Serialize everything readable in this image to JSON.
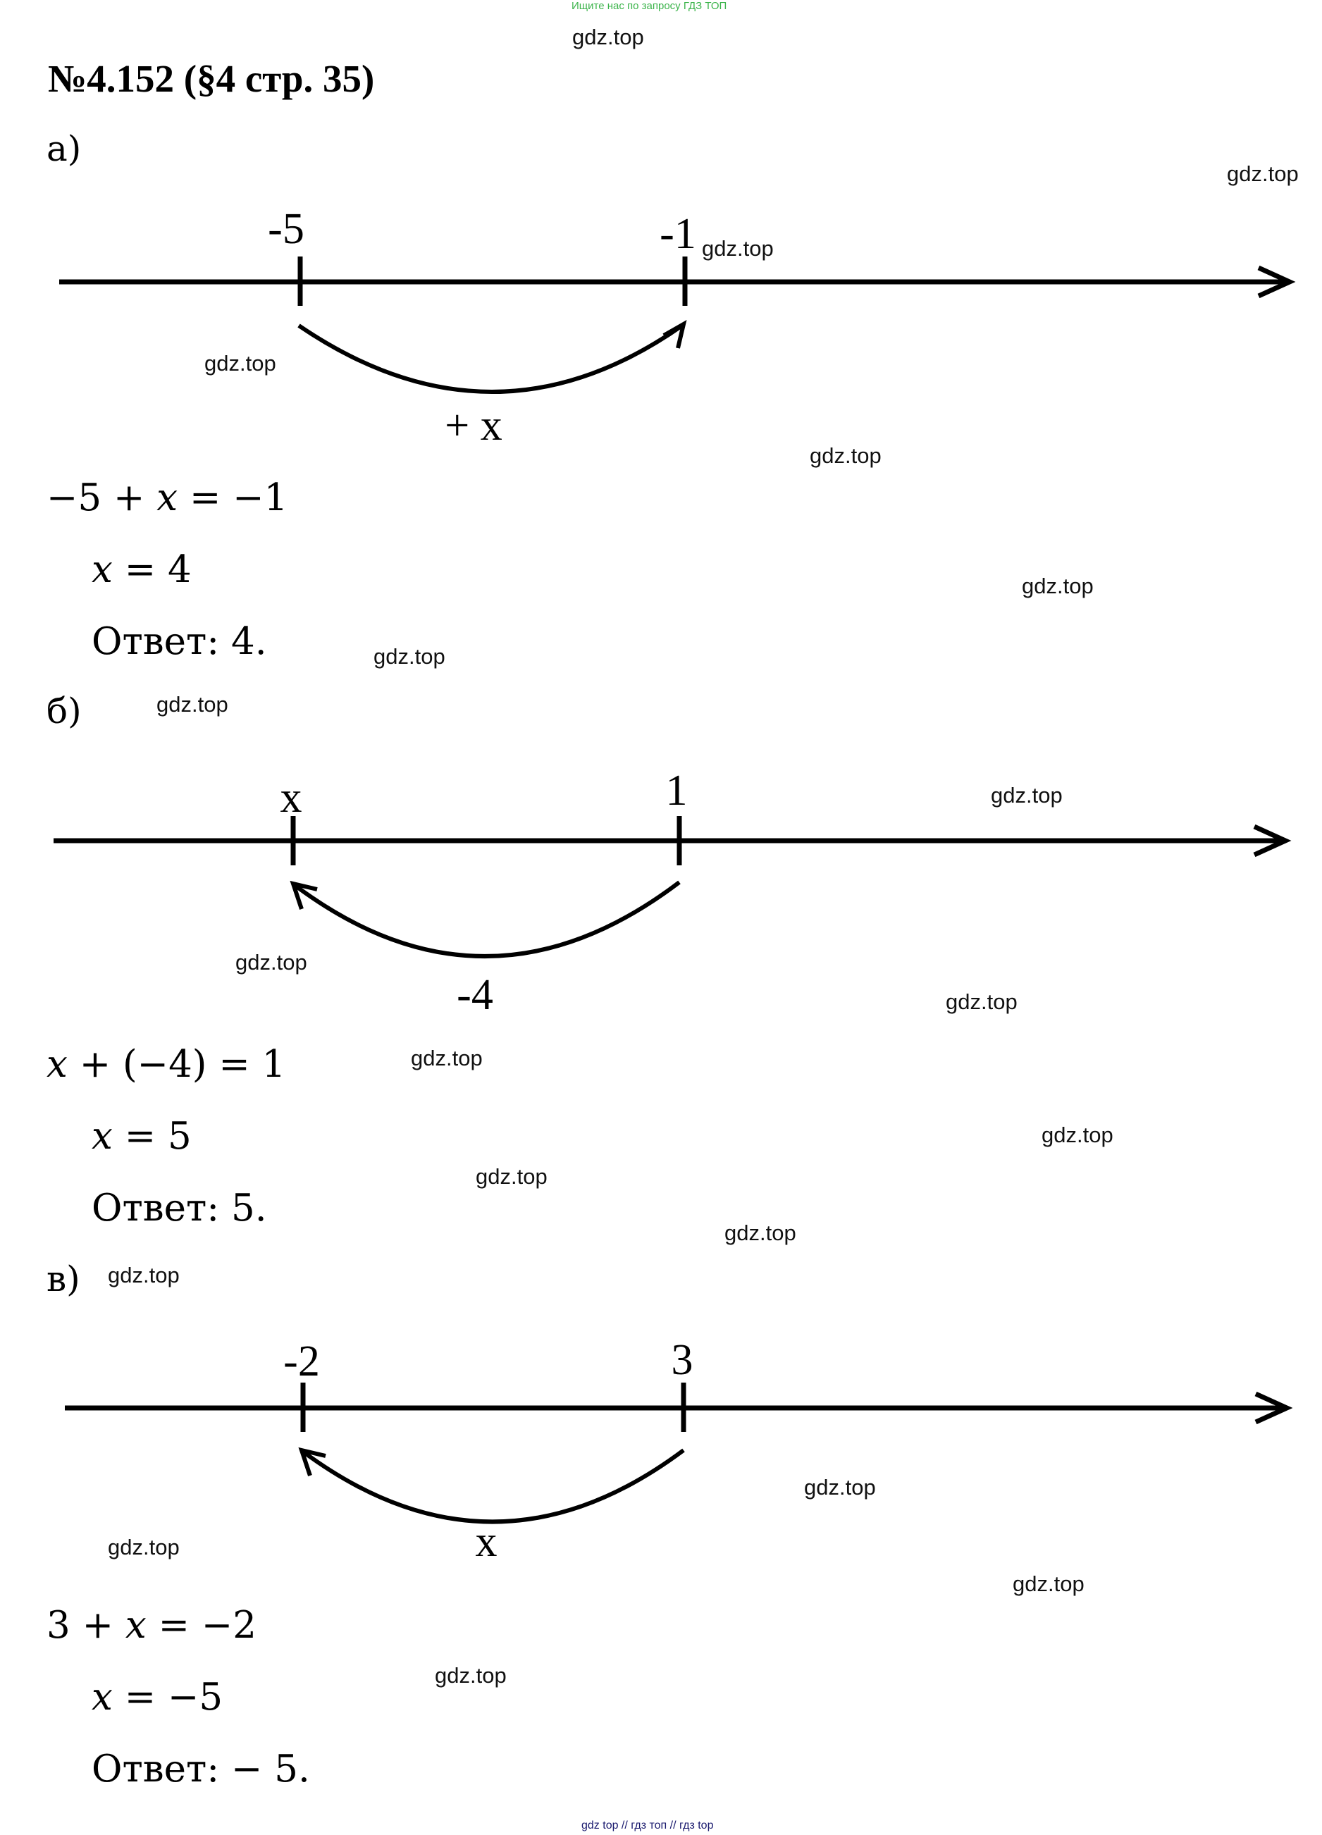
{
  "promo": "Ищите нас по запросу ГДЗ ТОП",
  "watermark": "gdz.top",
  "title": "№4.152 (§4 стр. 35)",
  "parts": [
    {
      "label": "а)",
      "diagram": {
        "left_label": "-5",
        "right_label": "-1",
        "arc_label": "+ x",
        "direction": "right"
      },
      "equation": [
        "−5 + ",
        "x",
        " = −1"
      ],
      "solution": [
        "x",
        " = 4"
      ],
      "answer": "Ответ: 4."
    },
    {
      "label": "б)",
      "diagram": {
        "left_label": "x",
        "right_label": "1",
        "arc_label": "-4",
        "direction": "left"
      },
      "equation": [
        "",
        "x",
        " + (−4) = 1"
      ],
      "solution": [
        "x",
        " = 5"
      ],
      "answer": "Ответ: 5."
    },
    {
      "label": "в)",
      "diagram": {
        "left_label": "-2",
        "right_label": "3",
        "arc_label": "x",
        "direction": "left"
      },
      "equation": [
        "3 + ",
        "x",
        " = −2"
      ],
      "solution": [
        "x",
        " = −5"
      ],
      "answer": "Ответ:  − 5."
    }
  ],
  "footer": "gdz top  //  гдз топ  //  гдз top"
}
